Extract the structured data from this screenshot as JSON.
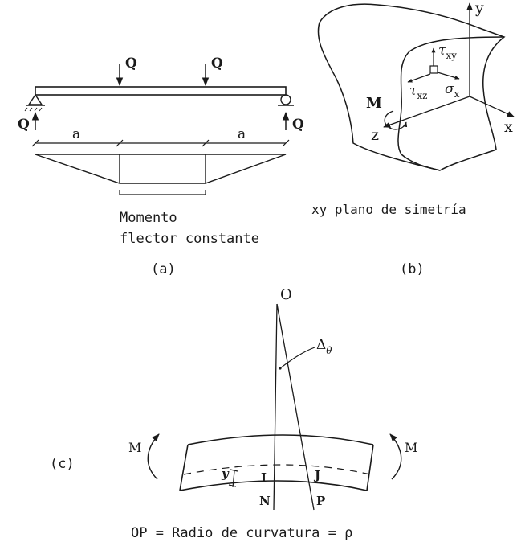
{
  "panel_a": {
    "load_left": "Q",
    "load_right": "Q",
    "reaction_left": "Q",
    "reaction_right": "Q",
    "dim_left": "a",
    "dim_right": "a",
    "note_line1": "Momento",
    "note_line2": "flector constante",
    "caption": "(a)"
  },
  "panel_b": {
    "axis_y": "y",
    "axis_x": "x",
    "axis_z": "z",
    "moment": "M",
    "tau_xy_sym": "τ",
    "tau_xy_sub": "xy",
    "tau_xz_sym": "τ",
    "tau_xz_sub": "xz",
    "sigma_sym": "σ",
    "sigma_sub": "x",
    "note": "xy plano de simetría",
    "caption": "(b)"
  },
  "panel_c": {
    "center": "O",
    "angle_sym": "Δ",
    "angle_sub": "θ",
    "moment_left": "M",
    "moment_right": "M",
    "dist": "y",
    "point_i": "I",
    "point_j": "J",
    "point_n": "N",
    "point_p": "P",
    "caption": "(c)",
    "footer": "OP = Radio de curvatura = ρ"
  }
}
